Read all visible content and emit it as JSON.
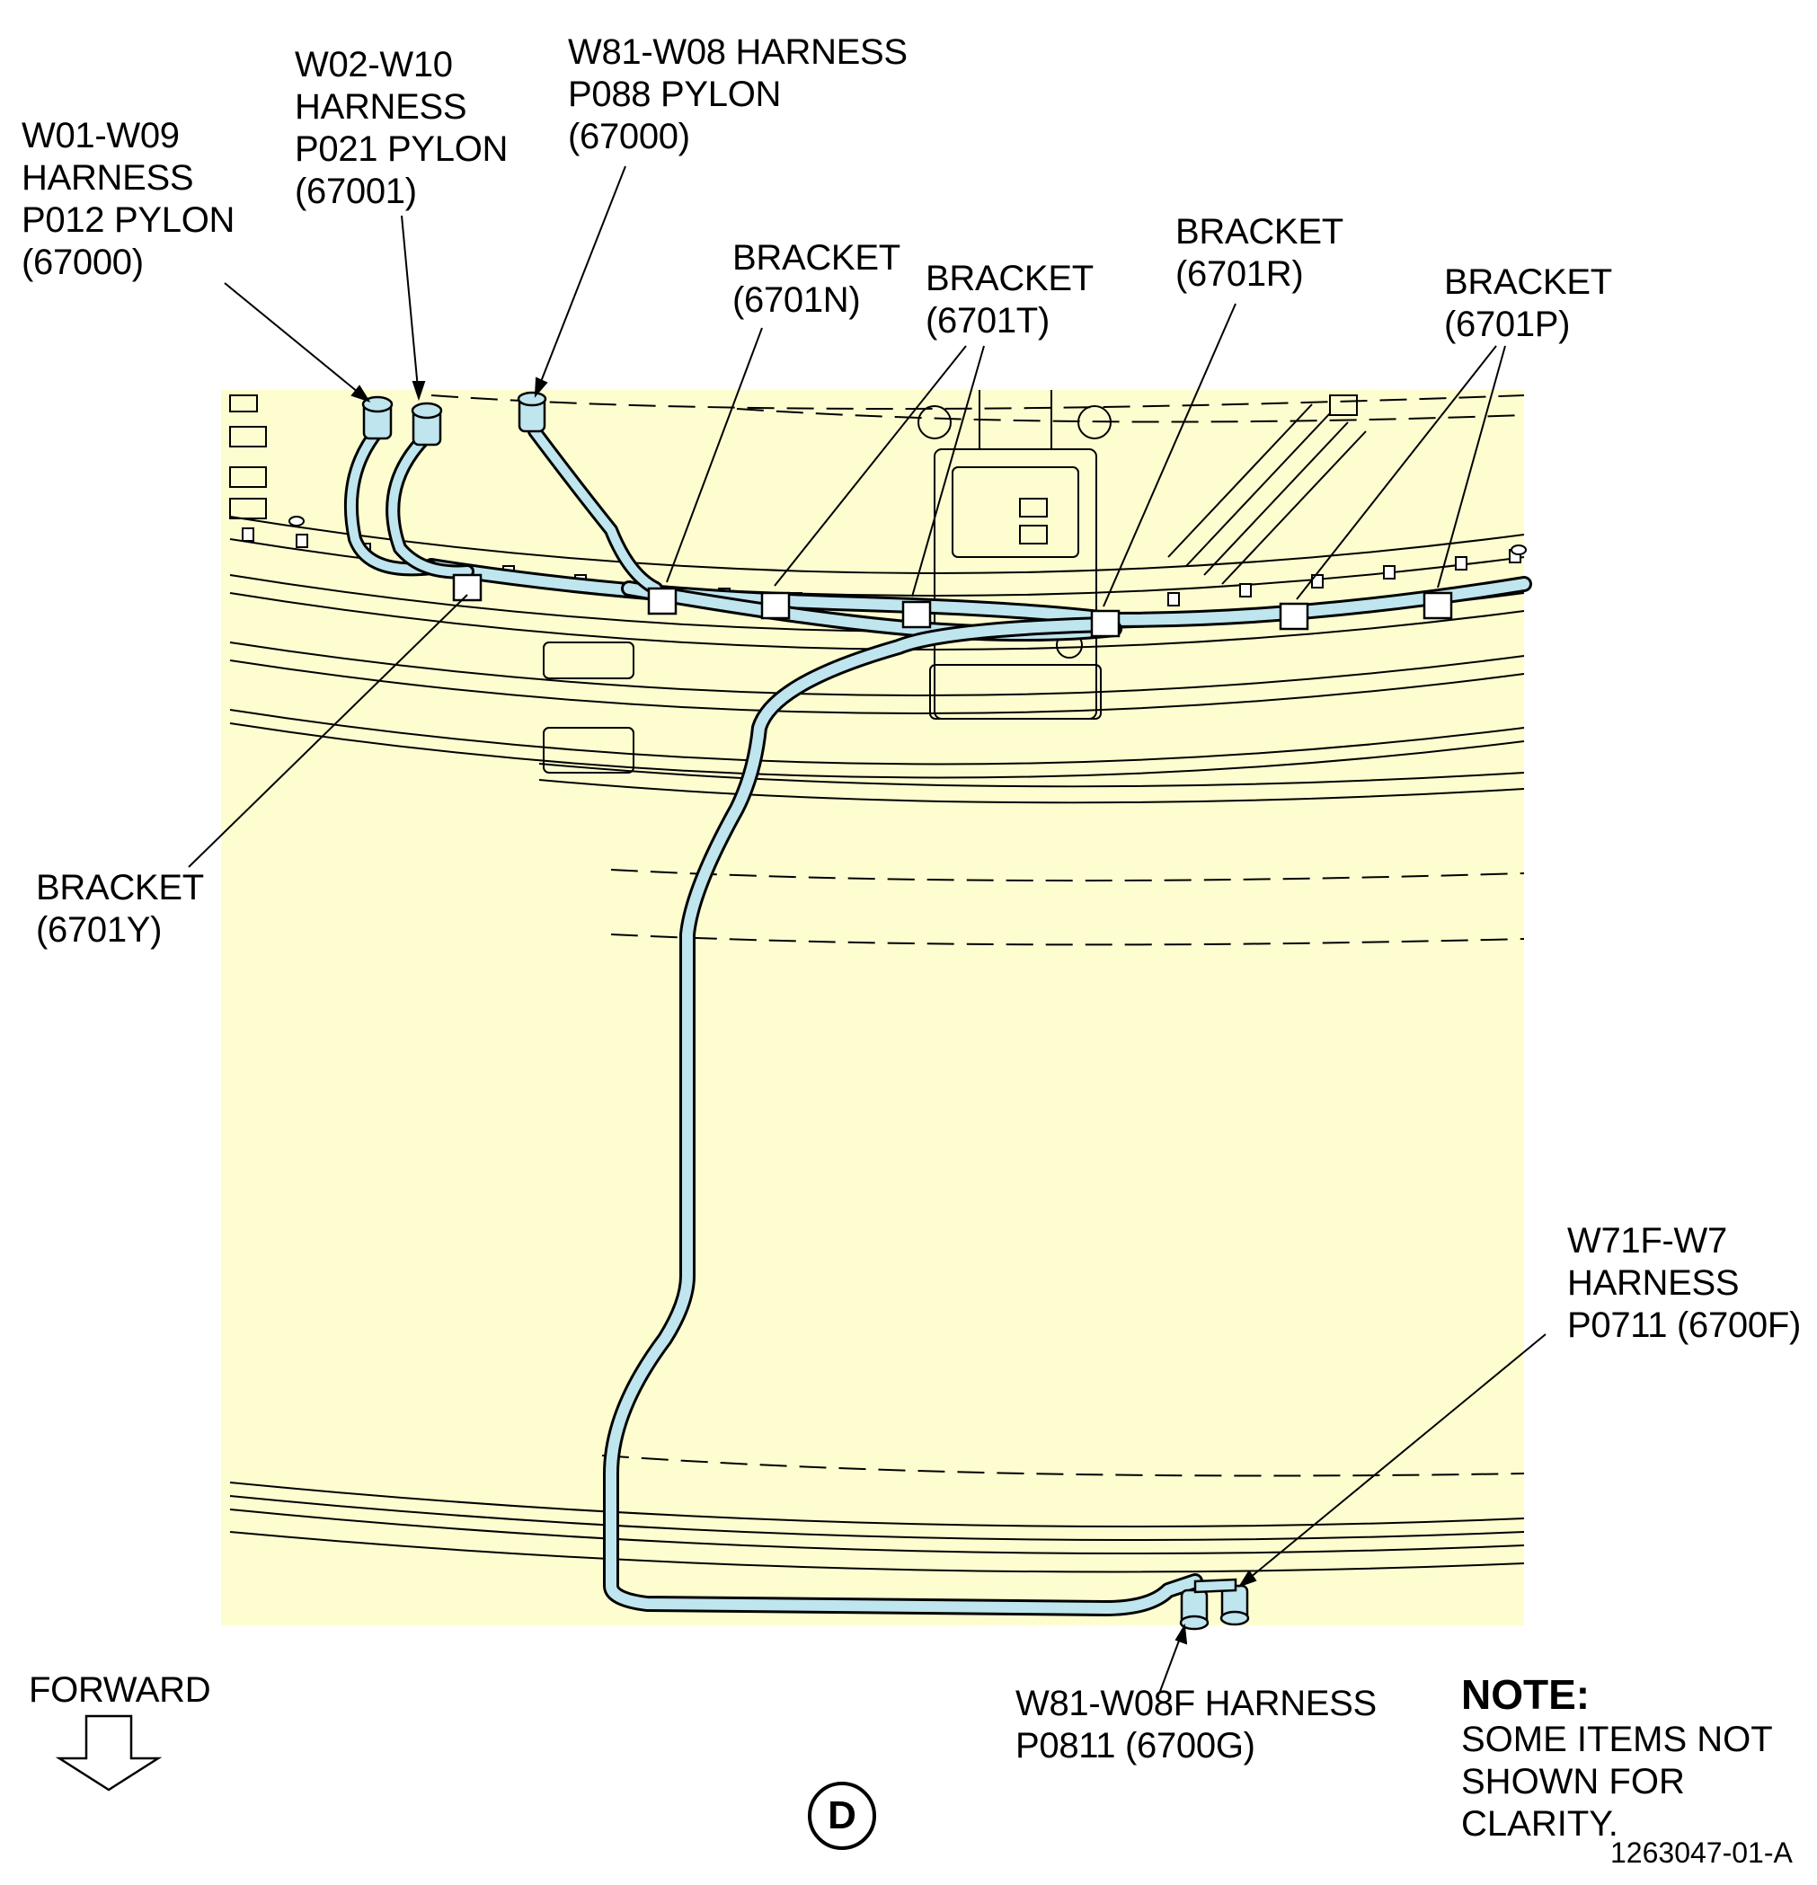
{
  "colors": {
    "panel_fill": "#fdfdd0",
    "harness_fill": "#bfe5ee",
    "line": "#000000"
  },
  "callouts": [
    {
      "id": "w01-w09",
      "text": "W01-W09\nHARNESS\nP012 PYLON\n(67000)"
    },
    {
      "id": "w02-w10",
      "text": "W02-W10\nHARNESS\nP021 PYLON\n(67001)"
    },
    {
      "id": "w81-w08",
      "text": "W81-W08 HARNESS\nP088 PYLON\n(67000)"
    },
    {
      "id": "bracket-6701n",
      "text": "BRACKET\n(6701N)"
    },
    {
      "id": "bracket-6701t",
      "text": "BRACKET\n(6701T)"
    },
    {
      "id": "bracket-6701r",
      "text": "BRACKET\n(6701R)"
    },
    {
      "id": "bracket-6701p",
      "text": "BRACKET\n(6701P)"
    },
    {
      "id": "bracket-6701y",
      "text": "BRACKET\n(6701Y)"
    },
    {
      "id": "w71f-w7",
      "text": "W71F-W7\nHARNESS\nP0711 (6700F)"
    },
    {
      "id": "w81-w08f",
      "text": "W81-W08F HARNESS\nP0811 (6700G)"
    }
  ],
  "forward_label": "FORWARD",
  "note": {
    "heading": "NOTE:",
    "text": "SOME ITEMS NOT\nSHOWN FOR CLARITY."
  },
  "view_letter": "D",
  "figure_id": "1263047-01-A"
}
